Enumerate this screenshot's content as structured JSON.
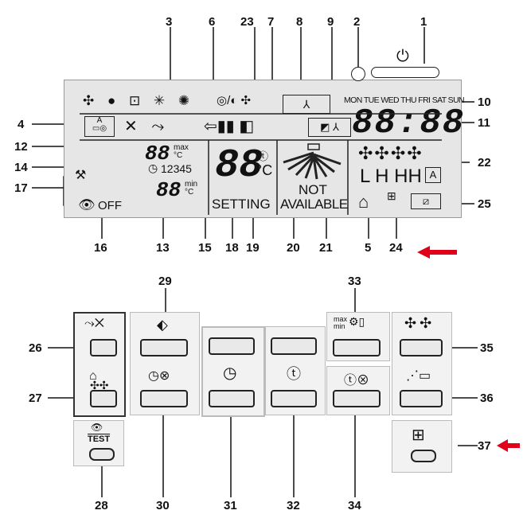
{
  "callouts_top": [
    "3",
    "23",
    "7",
    "6",
    "8",
    "9",
    "2",
    "1",
    "10",
    "11",
    "4",
    "12",
    "14",
    "17",
    "22",
    "25",
    "16",
    "13",
    "15",
    "18",
    "19",
    "20",
    "21",
    "5",
    "24"
  ],
  "callouts_bottom": [
    "29",
    "33",
    "26",
    "35",
    "27",
    "36",
    "37",
    "28",
    "30",
    "31",
    "32",
    "34"
  ],
  "lcd": {
    "days": "MON TUE WED THU FRI SAT SUN",
    "clock": "88:88",
    "left_digits_top": "88",
    "max_label": "max",
    "deg_c": "°C",
    "timer_nums": "12345",
    "left_digits_bottom": "88",
    "min_label": "min",
    "off_label": "OFF",
    "big_digits": "88",
    "setting_label": "SETTING",
    "not_label": "NOT",
    "available_label": "AVAILABLE",
    "fan_letters": "L H HH",
    "auto_box": "A"
  },
  "buttons": {
    "test_label": "TEST",
    "max_label": "max",
    "min_label": "min"
  },
  "colors": {
    "arrow": "#e0001a",
    "panel": "#d7d7d7",
    "lcd": "#e6e6e6"
  }
}
